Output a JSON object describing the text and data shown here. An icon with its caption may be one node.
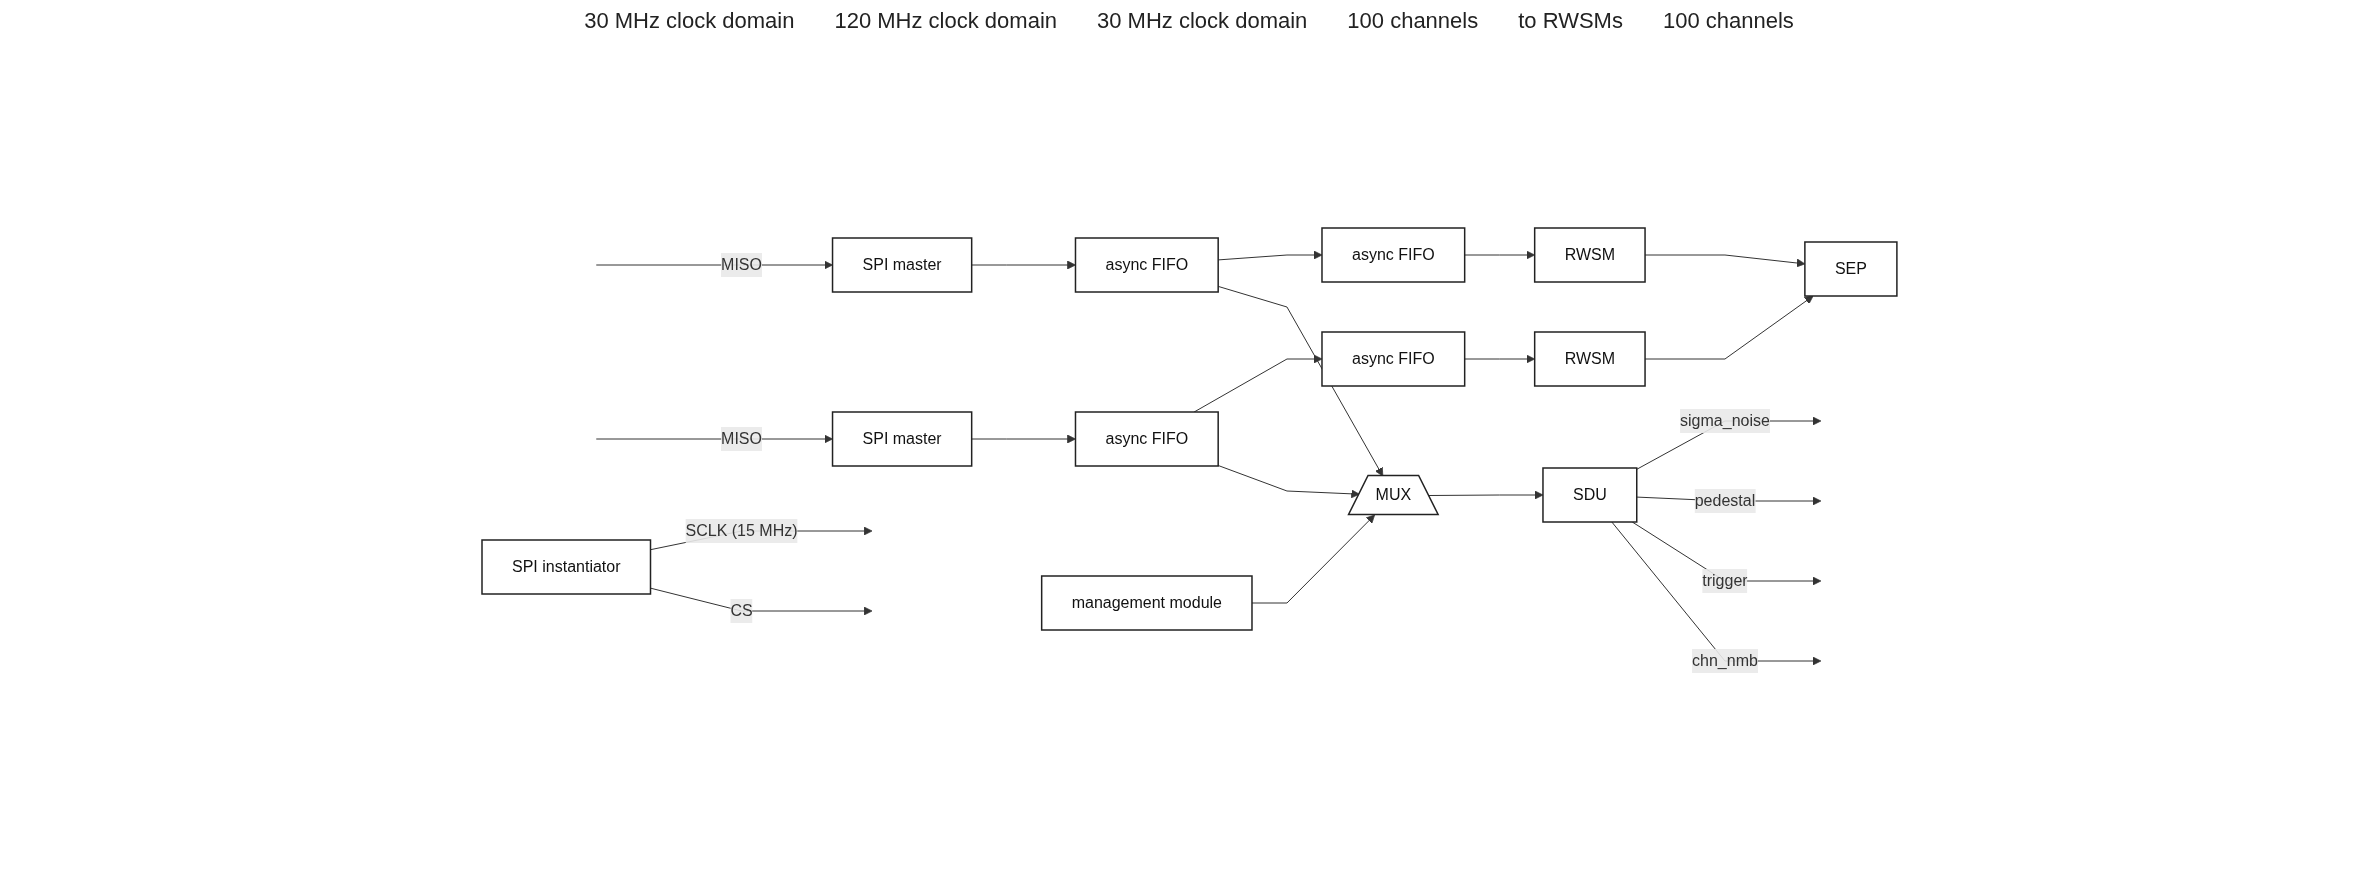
{
  "diagram": {
    "nodes": [
      {
        "text": [
          "SPI instantiator"
        ]
      },
      {
        "text": [
          "SPI master"
        ]
      },
      {
        "text": [
          "async FIFO"
        ]
      },
      {
        "text": [
          "MUX"
        ]
      },
      {
        "text": [
          "async FIFO"
        ]
      },
      {
        "text": [
          "RWSM"
        ]
      },
      {
        "text": [
          "SEP"
        ]
      },
      {
        "text": [
          "SDU"
        ]
      },
      {
        "text": [
          "management module"
        ]
      },
      {
        "text": [
          "SPI master"
        ]
      },
      {
        "text": [
          "async FIFO"
        ]
      },
      {
        "text": [
          "async FIFO"
        ]
      },
      {
        "text": [
          "RWSM"
        ]
      }
    ],
    "edges": [
      {
        "from": 0,
        "to": null,
        "arrow": "to",
        "label": "CS"
      },
      {
        "from": 0,
        "to": null,
        "arrow": "to",
        "label": "SCLK (15 MHz)"
      },
      {
        "from": null,
        "to": 1,
        "arrow": "to",
        "label": "MISO"
      },
      {
        "from": 1,
        "to": 2,
        "arrow": "to"
      },
      {
        "from": 2,
        "to": 3,
        "arrow": "to"
      },
      {
        "from": 2,
        "to": 4,
        "arrow": "to"
      },
      {
        "from": 4,
        "to": 5,
        "arrow": "to"
      },
      {
        "from": 5,
        "to": 6,
        "arrow": "to"
      },
      {
        "from": 3,
        "to": 7,
        "arrow": "to"
      },
      {
        "from": 7,
        "to": null,
        "arrow": "to",
        "label": "chn_nmb"
      },
      {
        "from": 7,
        "to": null,
        "arrow": "to",
        "label": "trigger"
      },
      {
        "from": 7,
        "to": null,
        "arrow": "to",
        "label": "pedestal"
      },
      {
        "from": 7,
        "to": null,
        "arrow": "to",
        "label": "sigma_noise"
      },
      {
        "from": 8,
        "to": 3,
        "arrow": "to"
      },
      {
        "from": null,
        "to": 9,
        "arrow": "to",
        "label": "MISO"
      },
      {
        "from": 9,
        "to": 10,
        "arrow": "to"
      },
      {
        "from": 10,
        "to": 3,
        "arrow": "to"
      },
      {
        "from": 10,
        "to": 11,
        "arrow": "to"
      },
      {
        "from": 11,
        "to": 12,
        "arrow": "to"
      },
      {
        "from": 12,
        "to": 6,
        "arrow": "to"
      }
    ],
    "labels": [
      "30 MHz clock domain",
      "120 MHz clock domain",
      "30 MHz clock domain",
      "100 channels",
      "to RWSMs",
      "100 channels"
    ]
  }
}
